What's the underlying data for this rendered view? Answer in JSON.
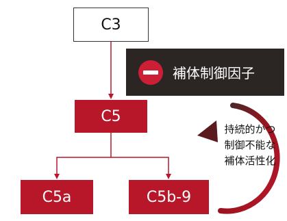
{
  "nodes": {
    "c3": "C3",
    "c5": "C5",
    "c5a": "C5a",
    "c5b9": "C5b-9"
  },
  "inhibitor": {
    "label": "補体制御因子",
    "icon": "minus-circle-icon"
  },
  "cycle": {
    "lines": [
      "持続的かつ",
      "制御不能な",
      "補体活性化"
    ]
  },
  "colors": {
    "accent_red": "#b8172a",
    "dark_panel": "#2b2624",
    "minus_red": "#cc1f36"
  }
}
